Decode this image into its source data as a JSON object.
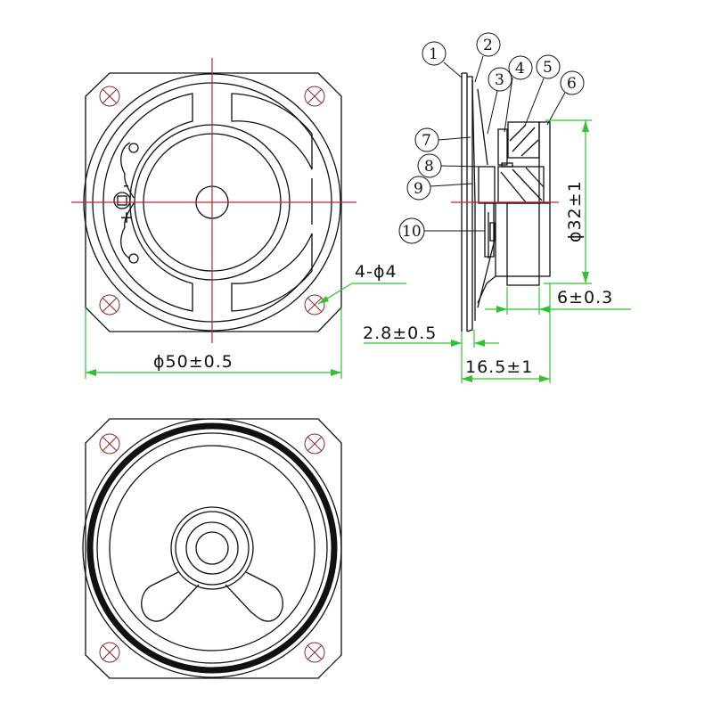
{
  "drawing": {
    "subject": "Speaker technical drawing (front, side section, rear views)",
    "colors": {
      "outline": "#111111",
      "centerline": "#c0262d",
      "dimension": "#2fc42f"
    }
  },
  "front_view": {
    "terminal_labels": {
      "minus": "-",
      "plus": "+"
    },
    "mounting_holes_label": "4-ϕ4",
    "width_dimension": "ϕ50±0.5"
  },
  "side_view": {
    "callouts": [
      "1",
      "2",
      "3",
      "4",
      "5",
      "6",
      "7",
      "8",
      "9",
      "10"
    ],
    "dimensions": {
      "magnet_diameter": "ϕ32±1",
      "magnet_thickness": "6±0.3",
      "frame_thickness": "2.8±0.5",
      "total_depth": "16.5±1"
    }
  },
  "rear_view": {}
}
